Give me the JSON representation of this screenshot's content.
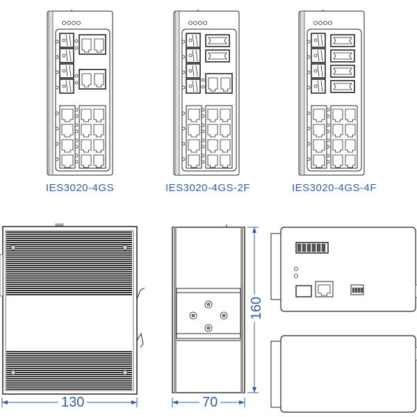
{
  "models": [
    {
      "name": "IES3020-4GS",
      "sfp_slots": 4,
      "combo_rj45_pairs": 2,
      "front_sfp_cages": 0
    },
    {
      "name": "IES3020-4GS-2F",
      "sfp_slots": 4,
      "combo_rj45_pairs": 1,
      "front_sfp_cages": 2
    },
    {
      "name": "IES3020-4GS-4F",
      "sfp_slots": 4,
      "combo_rj45_pairs": 0,
      "front_sfp_cages": 4
    }
  ],
  "dimensions": {
    "width": "130",
    "depth": "70",
    "height": "160"
  },
  "colors": {
    "label": "#2f5ea8",
    "line": "#222222",
    "fin": "#333333"
  }
}
